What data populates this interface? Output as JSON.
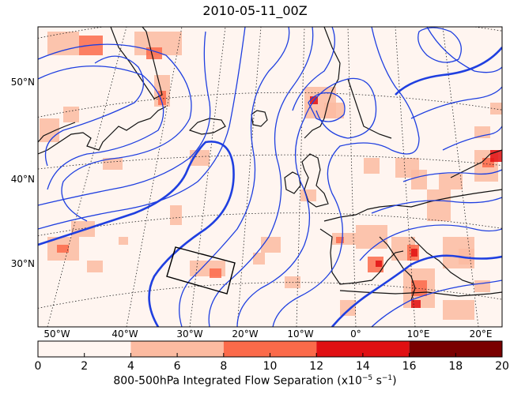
{
  "title": "2010-05-11_00Z",
  "lat_labels": [
    "50°N",
    "40°N",
    "30°N"
  ],
  "lon_labels": [
    "50°W",
    "40°W",
    "30°W",
    "20°W",
    "10°W",
    "0°",
    "10°E",
    "20°E"
  ],
  "colorbar": {
    "ticks": [
      "0",
      "2",
      "4",
      "6",
      "8",
      "10",
      "12",
      "14",
      "16",
      "18",
      "20"
    ],
    "bins": [
      {
        "from": 0,
        "to": 4,
        "color": "#fff5f0"
      },
      {
        "from": 4,
        "to": 8,
        "color": "#fcbba1"
      },
      {
        "from": 8,
        "to": 12,
        "color": "#fb6a4a"
      },
      {
        "from": 12,
        "to": 16,
        "color": "#e00f12"
      },
      {
        "from": 16,
        "to": 20,
        "color": "#7a0000"
      }
    ],
    "range": [
      0,
      20
    ]
  },
  "colorbar_label": {
    "prefix": "800-500hPa Integrated Flow Separation (x10",
    "exponent": "−5",
    "unit": " s",
    "unit_exponent": "−1",
    "suffix": ")"
  },
  "colors": {
    "contour": "#1f3fe0",
    "coast": "#111111",
    "grid": "#222222",
    "background": "#fff5f0"
  }
}
